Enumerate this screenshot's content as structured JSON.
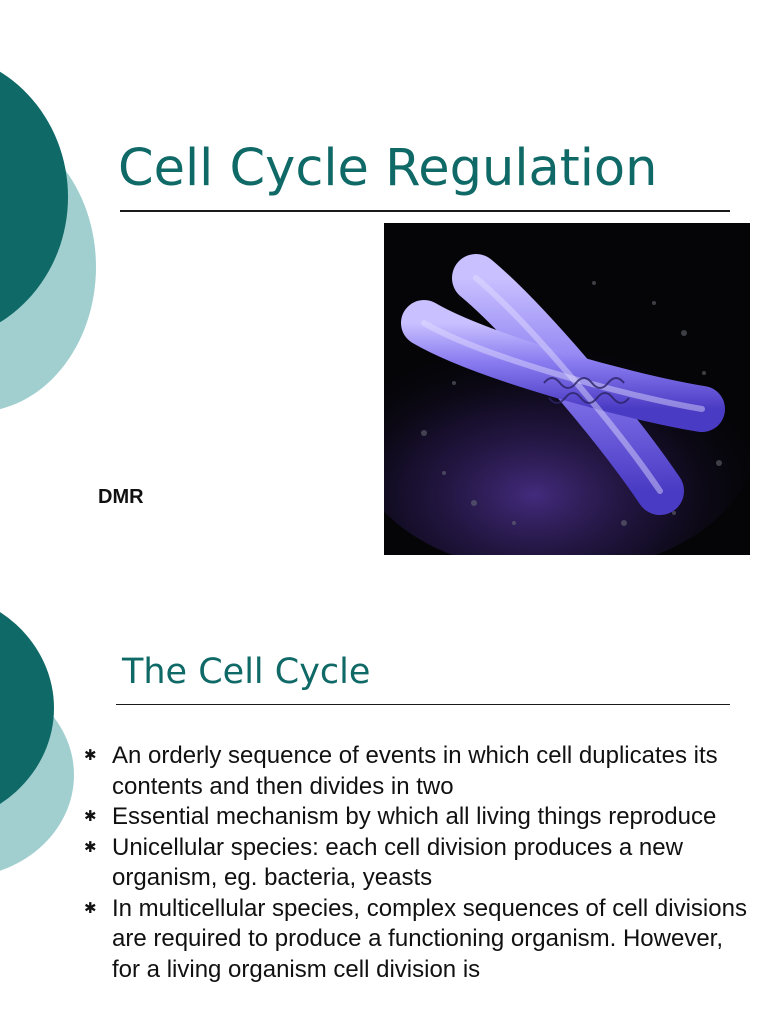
{
  "slides": [
    {
      "title": "Cell Cycle Regulation",
      "author": "DMR",
      "image": {
        "subject": "chromosome-illustration"
      }
    },
    {
      "heading": "The Cell Cycle",
      "bullet_glyph": "✱",
      "bullets": [
        "An orderly sequence of events in which cell duplicates its contents and then divides in two",
        "Essential mechanism by which all living things reproduce",
        "Unicellular species: each cell division produces a new organism, eg. bacteria, yeasts",
        "In multicellular species, complex sequences of cell divisions are required to produce a functioning organism. However, for a living organism cell division is"
      ]
    }
  ],
  "colors": {
    "accent_dark": "#0f6966",
    "accent_light": "#a1cfd0",
    "text": "#111111",
    "rule": "#1a1a1a"
  }
}
